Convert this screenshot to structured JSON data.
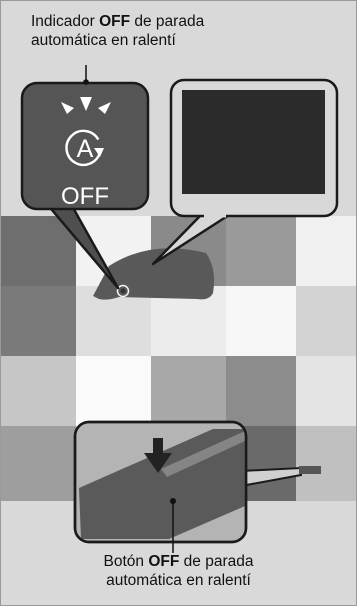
{
  "colors": {
    "panel_dark": "#555555",
    "screen_black": "#2b2b2b",
    "frame": "#1a1a1a",
    "callout_fill": "#d0d0d0",
    "indicator_glyph": "#ffffff"
  },
  "top_label": {
    "part1": "Indicador ",
    "bold": "OFF",
    "part2": " de parada",
    "line2": "automática en ralentí"
  },
  "indicator": {
    "text": "OFF",
    "letter": "A",
    "icon": "auto-idle-stop-icon"
  },
  "bottom_label": {
    "part1": "Botón ",
    "bold": "OFF",
    "part2": " de parada",
    "line2": "automática en ralentí"
  }
}
